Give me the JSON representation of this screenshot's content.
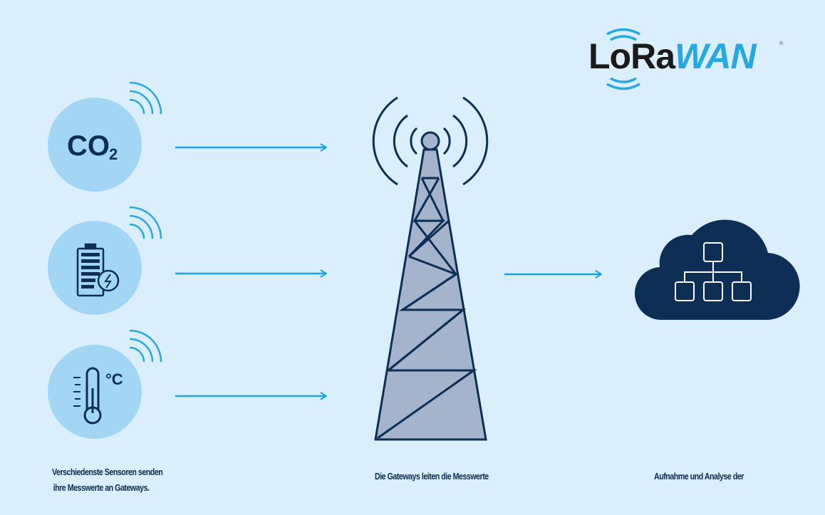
{
  "logo": {
    "part1": "LoRa",
    "part2": "WAN",
    "registered": "®"
  },
  "sensors": [
    {
      "name": "co2",
      "label": "CO",
      "subscript": "2"
    },
    {
      "name": "battery"
    },
    {
      "name": "temperature",
      "unit": "°C"
    }
  ],
  "captions": {
    "sensors_line1": "Verschiedenste Sensoren senden",
    "sensors_line2": "ihre Messwerte an Gateways.",
    "gateway": "Die Gateways leiten die Messwerte",
    "cloud": "Aufnahme und Analyse der"
  },
  "colors": {
    "background": "#dbeefc",
    "circle": "#a3d6f5",
    "navy": "#0d2e55",
    "accent": "#1aa3e0",
    "tower_fill": "#a6b3cc"
  }
}
